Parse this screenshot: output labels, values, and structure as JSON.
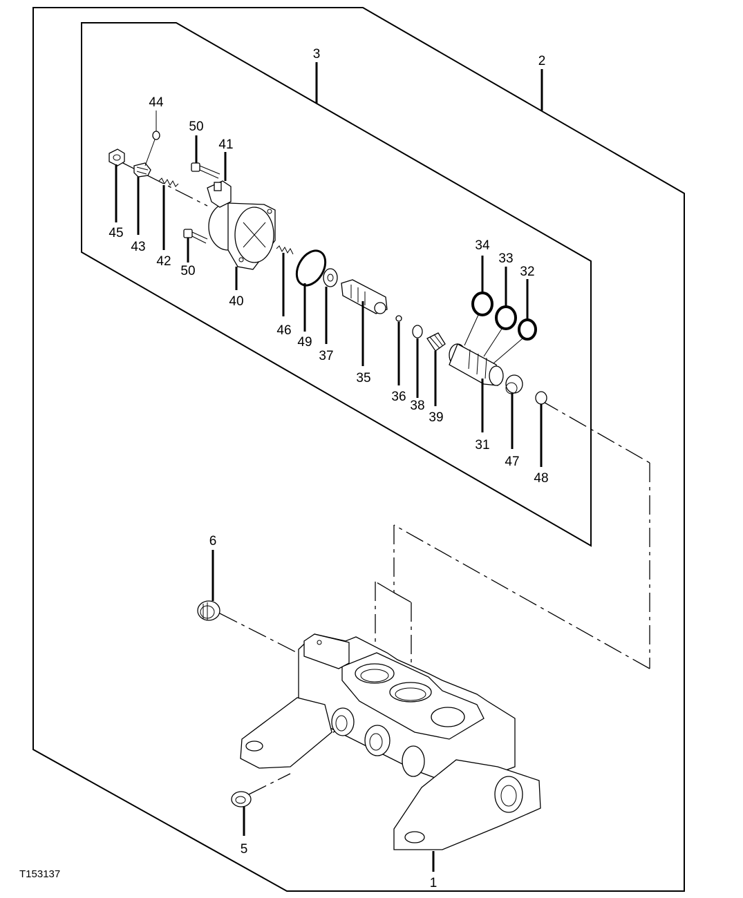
{
  "figure_id": "T153137",
  "callouts": {
    "c1": "1",
    "c2": "2",
    "c3": "3",
    "c5": "5",
    "c6": "6",
    "c31": "31",
    "c32": "32",
    "c33": "33",
    "c34": "34",
    "c35": "35",
    "c36": "36",
    "c37": "37",
    "c38": "38",
    "c39": "39",
    "c40": "40",
    "c41": "41",
    "c42": "42",
    "c43": "43",
    "c44": "44",
    "c45": "45",
    "c46": "46",
    "c47": "47",
    "c48": "48",
    "c49": "49",
    "c50a": "50",
    "c50b": "50"
  }
}
